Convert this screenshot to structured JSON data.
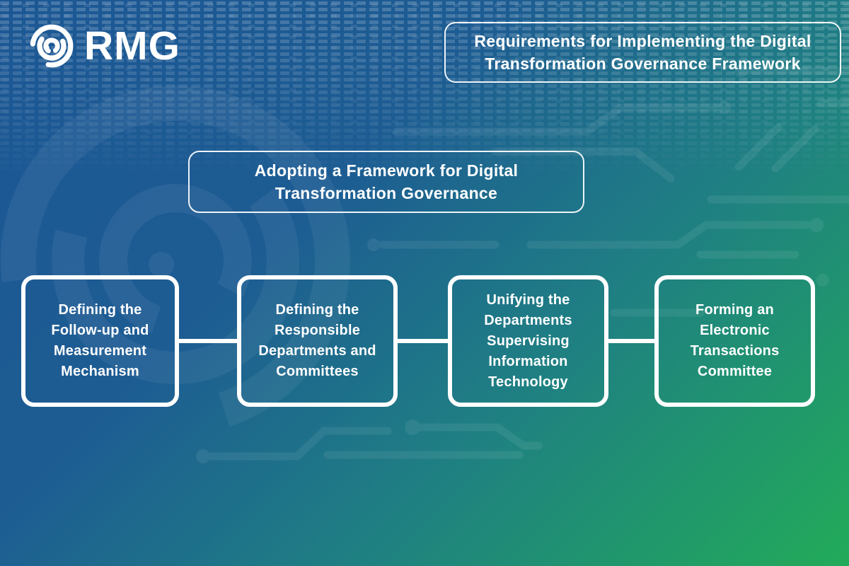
{
  "brand": {
    "name": "RMG",
    "logo_icon": "rmg-spiral-icon"
  },
  "header": {
    "title": "Requirements for Implementing the Digital\nTransformation Governance Framework"
  },
  "diagram": {
    "root_label": "Adopting a Framework for Digital\nTransformation Governance",
    "steps": [
      {
        "label": "Defining the\nFollow-up and\nMeasurement\nMechanism"
      },
      {
        "label": "Defining the\nResponsible\nDepartments and\nCommittees"
      },
      {
        "label": "Unifying the\nDepartments\nSupervising\nInformation\nTechnology"
      },
      {
        "label": "Forming an\nElectronic\nTransactions\nCommittee"
      }
    ]
  },
  "colors": {
    "gradient_start": "#1C5794",
    "gradient_teal": "#1F7F83",
    "gradient_end": "#22AB59",
    "box_border": "#FFFFFF",
    "text": "#FFFFFF"
  }
}
